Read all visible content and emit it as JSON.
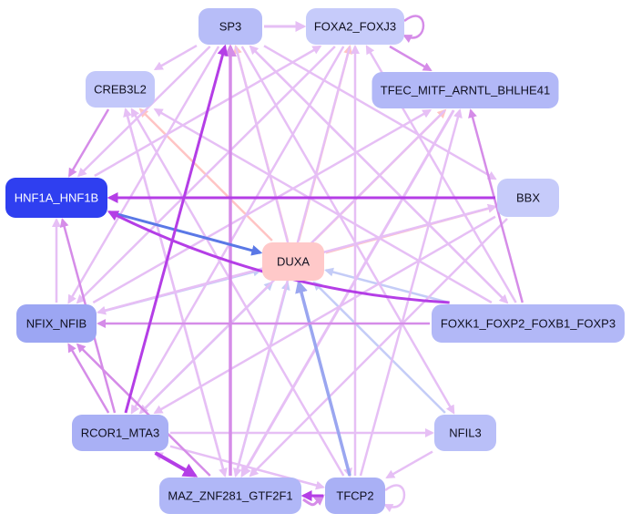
{
  "diagram": {
    "type": "directed-network",
    "colors": {
      "strong_pink": "#b43ee6",
      "light_pink": "#e6bff5",
      "mid_pink": "#d58ce8",
      "salmon": "#ffc4c4",
      "strong_blue": "#5a78e6",
      "light_blue": "#c4ccf7",
      "mid_blue": "#9aa6f0"
    },
    "nodes": [
      {
        "id": "sp3",
        "label": "SP3",
        "fill": "#b7bdf8"
      },
      {
        "id": "foxa2",
        "label": "FOXA2_FOXJ3",
        "fill": "#c6cbfa"
      },
      {
        "id": "creb3l2",
        "label": "CREB3L2",
        "fill": "#c3c8fa"
      },
      {
        "id": "tfec",
        "label": "TFEC_MITF_ARNTL_BHLHE41",
        "fill": "#b2b8f7"
      },
      {
        "id": "hnf1a",
        "label": "HNF1A_HNF1B",
        "fill": "#2f3ff0",
        "light": true
      },
      {
        "id": "bbx",
        "label": "BBX",
        "fill": "#c6cbfa"
      },
      {
        "id": "duxa",
        "label": "DUXA",
        "fill": "#ffc9c9"
      },
      {
        "id": "nfix",
        "label": "NFIX_NFIB",
        "fill": "#9ca6f3"
      },
      {
        "id": "foxk1",
        "label": "FOXK1_FOXP2_FOXB1_FOXP3",
        "fill": "#b2b8f7"
      },
      {
        "id": "rcor1",
        "label": "RCOR1_MTA3",
        "fill": "#a9b0f5"
      },
      {
        "id": "nfil3",
        "label": "NFIL3",
        "fill": "#b9bff8"
      },
      {
        "id": "maz",
        "label": "MAZ_ZNF281_GTF2F1",
        "fill": "#b0b7f7"
      },
      {
        "id": "tfcp2",
        "label": "TFCP2",
        "fill": "#a9b0f5"
      }
    ],
    "edges": [
      {
        "from": "sp3",
        "to": "foxa2",
        "color": "light_pink",
        "width": 3
      },
      {
        "from": "foxa2",
        "to": "foxa2",
        "color": "mid_pink",
        "width": 2.5,
        "self": true
      },
      {
        "from": "foxa2",
        "to": "tfec",
        "color": "mid_pink",
        "width": 2.5
      },
      {
        "from": "hnf1a",
        "to": "duxa",
        "color": "strong_blue",
        "width": 3
      },
      {
        "from": "bbx",
        "to": "hnf1a",
        "color": "strong_pink",
        "width": 3
      },
      {
        "from": "foxk1",
        "to": "hnf1a",
        "color": "strong_pink",
        "width": 3,
        "curve": -40
      },
      {
        "from": "rcor1",
        "to": "sp3",
        "color": "strong_pink",
        "width": 3
      },
      {
        "from": "maz",
        "to": "sp3",
        "color": "mid_pink",
        "width": 3.5
      },
      {
        "from": "rcor1",
        "to": "maz",
        "color": "strong_pink",
        "width": 4
      },
      {
        "from": "tfcp2",
        "to": "maz",
        "color": "strong_pink",
        "width": 3
      },
      {
        "from": "tfcp2",
        "to": "duxa",
        "color": "mid_blue",
        "width": 3.5
      },
      {
        "from": "nfil3",
        "to": "duxa",
        "color": "light_blue",
        "width": 2.5
      },
      {
        "from": "foxk1",
        "to": "duxa",
        "color": "light_blue",
        "width": 2.5
      },
      {
        "from": "nfix",
        "to": "duxa",
        "color": "light_blue",
        "width": 2.5
      },
      {
        "from": "rcor1",
        "to": "duxa",
        "color": "light_blue",
        "width": 2.5
      },
      {
        "from": "maz",
        "to": "duxa",
        "color": "light_blue",
        "width": 2.5
      },
      {
        "from": "duxa",
        "to": "creb3l2",
        "color": "salmon",
        "width": 2.5
      },
      {
        "from": "duxa",
        "to": "sp3",
        "color": "salmon",
        "width": 2.5
      },
      {
        "from": "duxa",
        "to": "foxa2",
        "color": "salmon",
        "width": 2.5
      },
      {
        "from": "duxa",
        "to": "tfec",
        "color": "salmon",
        "width": 2.5
      },
      {
        "from": "duxa",
        "to": "bbx",
        "color": "salmon",
        "width": 2.5
      },
      {
        "from": "creb3l2",
        "to": "hnf1a",
        "color": "mid_pink",
        "width": 2.5
      },
      {
        "from": "nfix",
        "to": "hnf1a",
        "color": "light_pink",
        "width": 2.5
      },
      {
        "from": "rcor1",
        "to": "hnf1a",
        "color": "mid_pink",
        "width": 2.5
      },
      {
        "from": "rcor1",
        "to": "nfix",
        "color": "mid_pink",
        "width": 2.5
      },
      {
        "from": "maz",
        "to": "nfix",
        "color": "mid_pink",
        "width": 2.5
      },
      {
        "from": "foxk1",
        "to": "nfix",
        "color": "mid_pink",
        "width": 2.5
      },
      {
        "from": "bbx",
        "to": "nfix",
        "color": "light_pink",
        "width": 2.5
      },
      {
        "from": "sp3",
        "to": "nfix",
        "color": "light_pink",
        "width": 2.5
      },
      {
        "from": "sp3",
        "to": "hnf1a",
        "color": "light_pink",
        "width": 2.5
      },
      {
        "from": "sp3",
        "to": "bbx",
        "color": "light_pink",
        "width": 2.5
      },
      {
        "from": "sp3",
        "to": "foxk1",
        "color": "light_pink",
        "width": 2.5
      },
      {
        "from": "sp3",
        "to": "tfcp2",
        "color": "light_pink",
        "width": 2.5
      },
      {
        "from": "sp3",
        "to": "nfil3",
        "color": "light_pink",
        "width": 2.5
      },
      {
        "from": "foxk1",
        "to": "tfec",
        "color": "mid_pink",
        "width": 2.5
      },
      {
        "from": "foxk1",
        "to": "sp3",
        "color": "light_pink",
        "width": 2.5
      },
      {
        "from": "foxk1",
        "to": "foxa2",
        "color": "light_pink",
        "width": 2.5
      },
      {
        "from": "foxk1",
        "to": "creb3l2",
        "color": "light_pink",
        "width": 2.5
      },
      {
        "from": "bbx",
        "to": "rcor1",
        "color": "light_pink",
        "width": 2.5
      },
      {
        "from": "bbx",
        "to": "maz",
        "color": "light_pink",
        "width": 2.5
      },
      {
        "from": "tfec",
        "to": "maz",
        "color": "light_pink",
        "width": 3
      },
      {
        "from": "tfec",
        "to": "rcor1",
        "color": "light_pink",
        "width": 2.5
      },
      {
        "from": "foxa2",
        "to": "maz",
        "color": "light_pink",
        "width": 2.5
      },
      {
        "from": "foxa2",
        "to": "rcor1",
        "color": "light_pink",
        "width": 2.5
      },
      {
        "from": "foxa2",
        "to": "nfix",
        "color": "light_pink",
        "width": 2.5
      },
      {
        "from": "tfcp2",
        "to": "foxa2",
        "color": "light_pink",
        "width": 2.5
      },
      {
        "from": "tfcp2",
        "to": "tfec",
        "color": "light_pink",
        "width": 2.5
      },
      {
        "from": "tfcp2",
        "to": "creb3l2",
        "color": "light_pink",
        "width": 2.5
      },
      {
        "from": "maz",
        "to": "creb3l2",
        "color": "light_pink",
        "width": 2.5
      },
      {
        "from": "creb3l2",
        "to": "maz",
        "color": "light_pink",
        "width": 2.5
      },
      {
        "from": "nfil3",
        "to": "tfcp2",
        "color": "light_pink",
        "width": 2.5
      },
      {
        "from": "rcor1",
        "to": "nfil3",
        "color": "light_pink",
        "width": 2.5
      },
      {
        "from": "rcor1",
        "to": "tfcp2",
        "color": "light_pink",
        "width": 2.5
      },
      {
        "from": "maz",
        "to": "rcor1",
        "color": "light_pink",
        "width": 2.5
      },
      {
        "from": "nfix",
        "to": "tfec",
        "color": "light_pink",
        "width": 2.5
      },
      {
        "from": "hnf1a",
        "to": "foxa2",
        "color": "light_pink",
        "width": 2.5
      },
      {
        "from": "tfcp2",
        "to": "tfcp2",
        "color": "light_pink",
        "width": 2.5,
        "self": true
      },
      {
        "from": "maz",
        "to": "tfcp2",
        "color": "mid_pink",
        "width": 3,
        "self2": true
      },
      {
        "from": "nfix",
        "to": "bbx",
        "color": "light_pink",
        "width": 2.5
      },
      {
        "from": "sp3",
        "to": "creb3l2",
        "color": "light_pink",
        "width": 2.5
      }
    ]
  }
}
